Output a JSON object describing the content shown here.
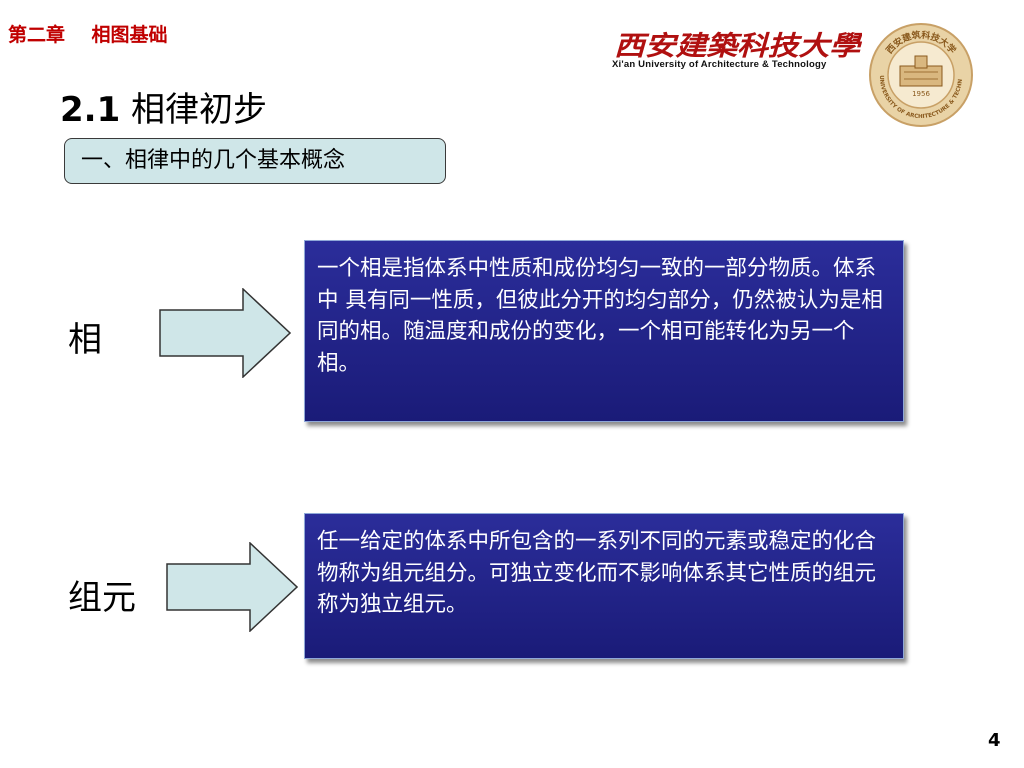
{
  "header": {
    "chapter_label": "第二章    相图基础",
    "logo_cn": "西安建築科技大學",
    "logo_en": "Xi'an University of  Architecture & Technology",
    "seal_top": "西安建筑科技大学",
    "seal_bottom": "XIAN UNIVERSITY OF ARCHITECTURE & TECHNOLOGY",
    "seal_year": "1956"
  },
  "title": {
    "number": "2.1",
    "text": "相律初步"
  },
  "section_label": "一、相律中的几个基本概念",
  "concepts": [
    {
      "term": "相",
      "definition": "一个相是指体系中性质和成份均匀一致的一部分物质。体系中 具有同一性质，但彼此分开的均匀部分，仍然被认为是相同的相。随温度和成份的变化，一个相可能转化为另一个相。"
    },
    {
      "term": "组元",
      "definition": "任一给定的体系中所包含的一系列不同的元素或稳定的化合物称为组元组分。可独立变化而不影响体系其它性质的组元称为独立组元。"
    }
  ],
  "page_number": "4",
  "colors": {
    "chapter_red": "#c00000",
    "concept_box_fill": "#cfe6e8",
    "arrow_fill": "#cfe6e8",
    "definition_box_fill": "#22238a",
    "logo_red": "#b01010",
    "seal_gold": "#c8a066"
  }
}
